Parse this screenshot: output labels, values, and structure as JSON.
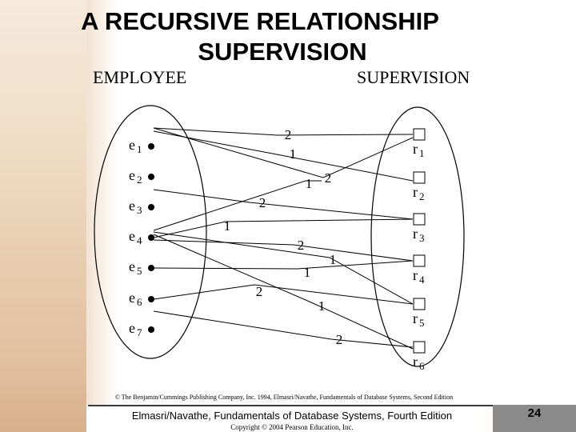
{
  "title": {
    "line1": "A RECURSIVE RELATIONSHIP",
    "line2": "SUPERVISION"
  },
  "labels": {
    "left_set": "EMPLOYEE",
    "right_set": "SUPERVISION"
  },
  "employees": [
    {
      "id": "e1",
      "base": "e",
      "sub": "1"
    },
    {
      "id": "e2",
      "base": "e",
      "sub": "2"
    },
    {
      "id": "e3",
      "base": "e",
      "sub": "3"
    },
    {
      "id": "e4",
      "base": "e",
      "sub": "4"
    },
    {
      "id": "e5",
      "base": "e",
      "sub": "5"
    },
    {
      "id": "e6",
      "base": "e",
      "sub": "6"
    },
    {
      "id": "e7",
      "base": "e",
      "sub": "7"
    }
  ],
  "relationships": [
    {
      "id": "r1",
      "base": "r",
      "sub": "1"
    },
    {
      "id": "r2",
      "base": "r",
      "sub": "2"
    },
    {
      "id": "r3",
      "base": "r",
      "sub": "3"
    },
    {
      "id": "r4",
      "base": "r",
      "sub": "4"
    },
    {
      "id": "r5",
      "base": "r",
      "sub": "5"
    },
    {
      "id": "r6",
      "base": "r",
      "sub": "6"
    }
  ],
  "edges": [
    {
      "from": "e1",
      "to": "r1",
      "role": "2"
    },
    {
      "from": "e1",
      "to": "r2",
      "role": "1"
    },
    {
      "from": "e2",
      "to": "r1",
      "role": "2"
    },
    {
      "from": "e2",
      "to": "r3",
      "role": "2"
    },
    {
      "from": "e3",
      "to": "r2",
      "role": "1"
    },
    {
      "from": "e4",
      "to": "r3",
      "role": "1"
    },
    {
      "from": "e4",
      "to": "r4",
      "role": "2"
    },
    {
      "from": "e4",
      "to": "r6",
      "role": "1"
    },
    {
      "from": "e5",
      "to": "r4",
      "role": "1"
    },
    {
      "from": "e5",
      "to": "r5",
      "role": "1"
    },
    {
      "from": "e6",
      "to": "r5",
      "role": "2"
    },
    {
      "from": "e7",
      "to": "r6",
      "role": "2"
    }
  ],
  "copyright_small": "© The Benjamin/Cummings Publishing Company, Inc. 1994, Elmasri/Navathe, Fundamentals of Database Systems, Second Edition",
  "footer": {
    "text": "Elmasri/Navathe, Fundamentals of Database Systems, Fourth Edition",
    "copyright": "Copyright © 2004 Pearson Education, Inc.",
    "page_number": "24"
  }
}
